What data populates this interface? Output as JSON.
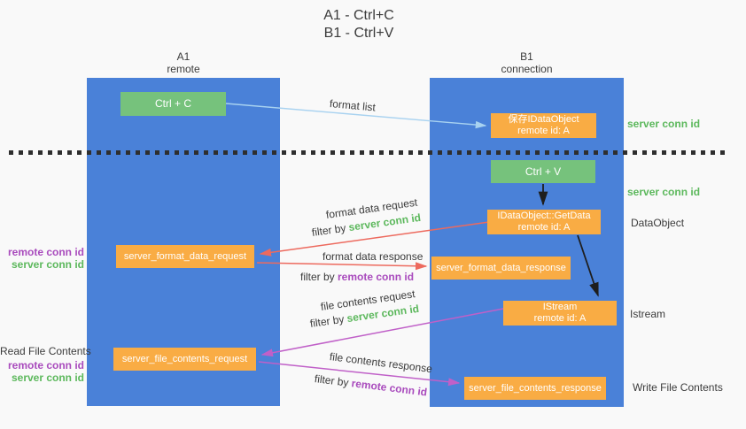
{
  "title": {
    "line1": "A1 - Ctrl+C",
    "line2": "B1 - Ctrl+V"
  },
  "lanes": {
    "left": {
      "header_line1": "A1",
      "header_line2": "remote"
    },
    "right": {
      "header_line1": "B1",
      "header_line2": "connection"
    }
  },
  "nodes": {
    "ctrl_c": "Ctrl + C",
    "ctrl_v": "Ctrl + V",
    "save_idataobject": {
      "line1": "保存IDataObject",
      "line2": "remote id: A"
    },
    "getdata": {
      "line1": "IDataObject::GetData",
      "line2": "remote id: A"
    },
    "istream": {
      "line1": "IStream",
      "line2": "remote id: A"
    },
    "format_request": "server_format_data_request",
    "format_response": "server_format_data_response",
    "file_request": "server_file_contents_request",
    "file_response": "server_file_contents_response"
  },
  "flow_labels": {
    "format_list": "format list",
    "format_data_request": "format data request",
    "format_data_response": "format data response",
    "file_contents_request": "file contents request",
    "file_contents_response": "file contents response",
    "filter_by": "filter by ",
    "server_conn_id": "server conn id",
    "remote_conn_id": "remote conn id"
  },
  "side_labels": {
    "server_conn_id_top": "server conn id",
    "server_conn_id_mid": "server conn id",
    "dataobject": "DataObject",
    "istream": "Istream",
    "write_file_contents": "Write File Contents",
    "read_file_contents": "Read File Contents",
    "remote_conn_id_1": "remote conn id",
    "server_conn_id_1": "server conn id",
    "remote_conn_id_2": "remote conn id",
    "server_conn_id_2": "server conn id"
  },
  "colors": {
    "lane_blue": "#4a81d8",
    "node_orange": "#f9ac44",
    "node_green": "#76c27c",
    "arrow_salmon": "#ed6a5e",
    "arrow_magenta": "#c060c8",
    "arrow_lightblue": "#a8d2f0",
    "arrow_black": "#1e1e1e",
    "label_green": "#5cb85c",
    "label_purple": "#a94bbd",
    "text_dark": "#3b3b3b",
    "background": "#f9f9f9"
  }
}
